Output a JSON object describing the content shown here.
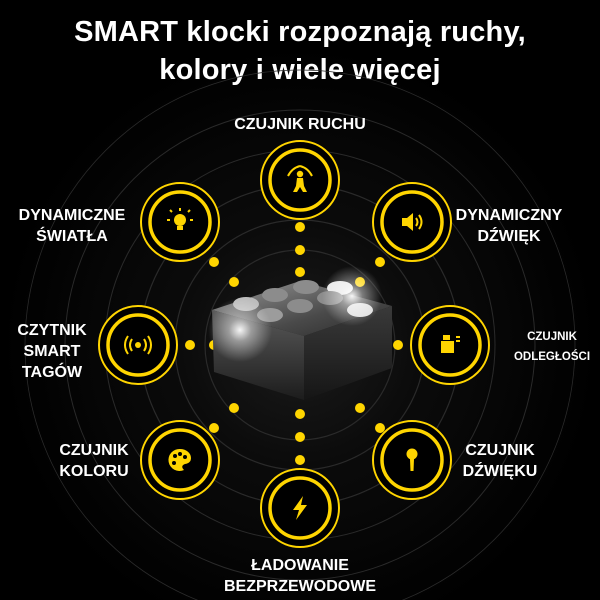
{
  "title": {
    "line1": "SMART klocki rozpoznają ruchy,",
    "line2": "kolory i wiele więcej"
  },
  "colors": {
    "accent": "#FFD500",
    "background": "#000000"
  },
  "sensors": [
    {
      "id": "motion",
      "icon": "motion-sensor-icon",
      "label": [
        "CZUJNIK RUCHU"
      ]
    },
    {
      "id": "dynamic-sound",
      "icon": "speaker-icon",
      "label": [
        "DYNAMICZNY",
        "DŹWIĘK"
      ]
    },
    {
      "id": "distance",
      "icon": "distance-sensor-icon",
      "label": [
        "CZUJNIK",
        "ODLEGŁOŚCI"
      ]
    },
    {
      "id": "sound",
      "icon": "microphone-icon",
      "label": [
        "CZUJNIK",
        "DŹWIĘKU"
      ]
    },
    {
      "id": "charging",
      "icon": "lightning-icon",
      "label": [
        "ŁADOWANIE",
        "BEZPRZEWODOWE"
      ]
    },
    {
      "id": "color",
      "icon": "palette-icon",
      "label": [
        "CZUJNIK",
        "KOLORU"
      ]
    },
    {
      "id": "tag-reader",
      "icon": "nfc-tag-icon",
      "label": [
        "CZYTNIK",
        "SMART",
        "TAGÓW"
      ]
    },
    {
      "id": "dynamic-lights",
      "icon": "lightbulb-icon",
      "label": [
        "DYNAMICZNE",
        "ŚWIATŁA"
      ]
    }
  ]
}
